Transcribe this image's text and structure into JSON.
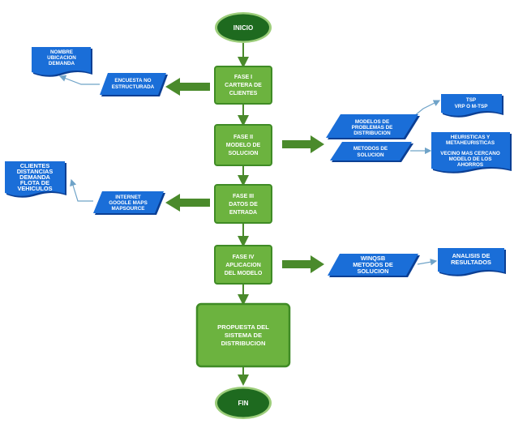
{
  "colors": {
    "terminal_fill": "#1e6a1f",
    "terminal_stroke": "#9ccd7a",
    "phase_fill": "#6cb33f",
    "phase_stroke": "#3f8b25",
    "arrow": "#4a8a2b",
    "blue_fill": "#1a6ed8",
    "blue_shadow": "#0b3f94",
    "connector": "#6fa3c8"
  },
  "start": "INICIO",
  "end": "FIN",
  "phases": [
    [
      "FASE I",
      "CARTERA DE",
      "CLIENTES"
    ],
    [
      "FASE II",
      "MODELO DE",
      "SOLUCION"
    ],
    [
      "FASE III",
      "DATOS DE",
      "ENTRADA"
    ],
    [
      "FASE IV",
      "APLICACION",
      "DEL MODELO"
    ]
  ],
  "proposal": [
    "PROPUESTA DEL",
    "SISTEMA DE",
    "DISTRIBUCION"
  ],
  "inputs": {
    "encuesta": [
      "ENCUESTA NO",
      "ESTRUCTURADA"
    ],
    "internet": [
      "INTERNET",
      "GOOGLE MAPS",
      "MAPSOURCE"
    ],
    "modelos": [
      "MODELOS DE",
      "PROBLEMAS DE",
      "DISTRIBUCION"
    ],
    "metodos": [
      "METODOS DE",
      "SOLUCION"
    ],
    "winqsb": [
      "WINQSB",
      "METODOS DE",
      "SOLUCION"
    ]
  },
  "documents": {
    "nombre": [
      "NOMBRE",
      "UBICACION",
      "DEMANDA"
    ],
    "clientes": [
      "CLIENTES",
      "DISTANCIAS",
      "DEMANDA",
      "FLOTA DE",
      "VEHICULOS"
    ],
    "tsp": [
      "TSP",
      "VRP O M-TSP"
    ],
    "heuristicas": [
      "HEURISTICAS Y",
      "METAHEURISTICAS",
      "",
      "VECINO MAS CERCANO",
      "MODELO DE LOS",
      "AHORROS"
    ],
    "analisis": [
      "ANALISIS DE",
      "RESULTADOS"
    ]
  }
}
